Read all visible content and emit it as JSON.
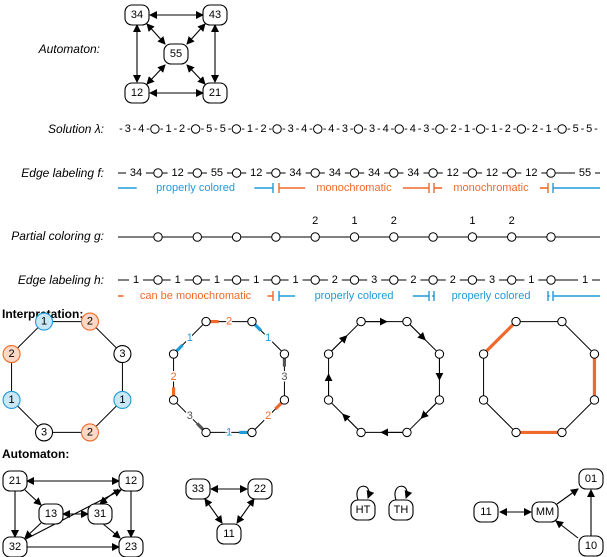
{
  "labels": {
    "automaton_top": "Automaton:",
    "solution": "Solution λ:",
    "edge_f": "Edge labeling f:",
    "partial_g": "Partial coloring g:",
    "edge_h": "Edge labeling h:",
    "interpretation": "Interpretation:",
    "automaton_bottom": "Automaton:"
  },
  "top_automaton": {
    "nodes": [
      "34",
      "43",
      "55",
      "12",
      "21"
    ]
  },
  "solution_sequence": [
    "-",
    "3",
    "-",
    "4",
    "-",
    "O",
    "-",
    "1",
    "-",
    "2",
    "-",
    "O",
    "-",
    "5",
    "-",
    "5",
    "-",
    "O",
    "-",
    "1",
    "-",
    "2",
    "-",
    "O",
    "-",
    "3",
    "-",
    "4",
    "-",
    "O",
    "-",
    "4",
    "-",
    "3",
    "-",
    "O",
    "-",
    "3",
    "-",
    "4",
    "-",
    "O",
    "-",
    "4",
    "-",
    "3",
    "-",
    "O",
    "-",
    "2",
    "-",
    "1",
    "-",
    "O",
    "-",
    "1",
    "-",
    "2",
    "-",
    "O",
    "-",
    "2",
    "-",
    "1",
    "-",
    "O",
    "-",
    "5",
    "-",
    "5",
    "-"
  ],
  "edge_f_labels": [
    "34",
    "12",
    "55",
    "12",
    "34",
    "34",
    "34",
    "34",
    "12",
    "12",
    "12",
    "55"
  ],
  "f_brackets": [
    {
      "text": "properly colored",
      "color": "#1f9bd7"
    },
    {
      "text": "monochromatic",
      "color": "#ef6a2a"
    },
    {
      "text": "monochromatic",
      "color": "#ef6a2a"
    }
  ],
  "g_labels": [
    "",
    "",
    "",
    "",
    "2",
    "1",
    "2",
    "",
    "1",
    "2",
    ""
  ],
  "edge_h_labels": [
    "1",
    "1",
    "1",
    "1",
    "1",
    "2",
    "3",
    "2",
    "2",
    "3",
    "1",
    "1"
  ],
  "h_brackets": [
    {
      "text": "can be monochromatic",
      "color": "#ef6a2a"
    },
    {
      "text": "properly colored",
      "color": "#1f9bd7"
    },
    {
      "text": "properly colored",
      "color": "#1f9bd7"
    }
  ],
  "interp_oct1": {
    "nodes": [
      "1",
      "2",
      "3",
      "1",
      "2",
      "3",
      "1",
      "2"
    ]
  },
  "interp_oct2": {
    "edge_labels": [
      "2",
      "1",
      "3",
      "2",
      "1",
      "3",
      "2",
      "1"
    ]
  },
  "bottom_automata": [
    {
      "nodes": [
        "21",
        "12",
        "13",
        "31",
        "32",
        "23"
      ]
    },
    {
      "nodes": [
        "33",
        "22",
        "11"
      ]
    },
    {
      "nodes": [
        "HT",
        "TH"
      ]
    },
    {
      "nodes": [
        "01",
        "11",
        "MM",
        "10"
      ]
    }
  ],
  "colors": {
    "blue": "#1f9bd7",
    "orange": "#ef6a2a",
    "black": "#000000"
  }
}
